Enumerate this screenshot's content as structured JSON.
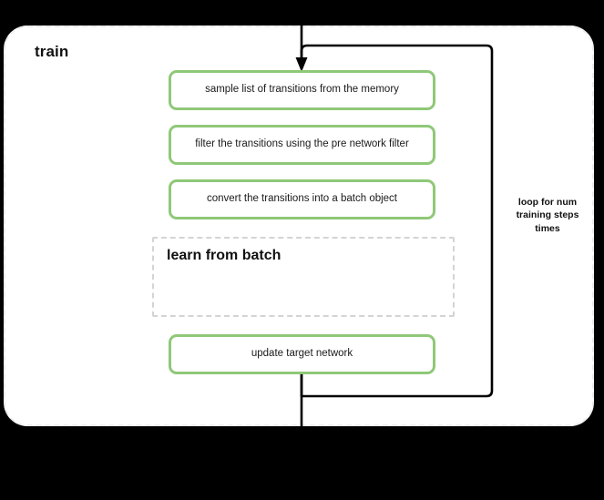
{
  "diagram": {
    "title": "train",
    "background_color": "#000000",
    "container": {
      "fill": "#ffffff",
      "border_color": "#ededed",
      "border_style": "dashed"
    },
    "accent_color": "#8fc878",
    "edge_color": "#000000",
    "nodes": [
      {
        "id": "proc-0",
        "label": "sample list of transitions from the memory",
        "style": "green-box"
      },
      {
        "id": "proc-1",
        "label": "filter the transitions using the pre network filter",
        "style": "green-box"
      },
      {
        "id": "proc-2",
        "label": "convert the transitions into a batch object",
        "style": "green-box"
      },
      {
        "id": "proc-3",
        "label": "update target network",
        "style": "green-box"
      }
    ],
    "subgraph": {
      "id": "learn-from-batch",
      "title": "learn from batch",
      "style": "dashed-box"
    },
    "loop": {
      "label": "loop for num training steps times",
      "label_lines": [
        "loop for num",
        "training steps",
        "times"
      ]
    },
    "edges": [
      {
        "name": "entry-arrow",
        "from": "top",
        "to": "proc-0",
        "arrowhead": true
      },
      {
        "name": "loop-back-edge",
        "from": "proc-3-bottom",
        "to": "entry-arrow",
        "arrowhead": false
      },
      {
        "name": "exit-edge",
        "from": "proc-3",
        "to": "bottom",
        "arrowhead": false
      }
    ]
  }
}
